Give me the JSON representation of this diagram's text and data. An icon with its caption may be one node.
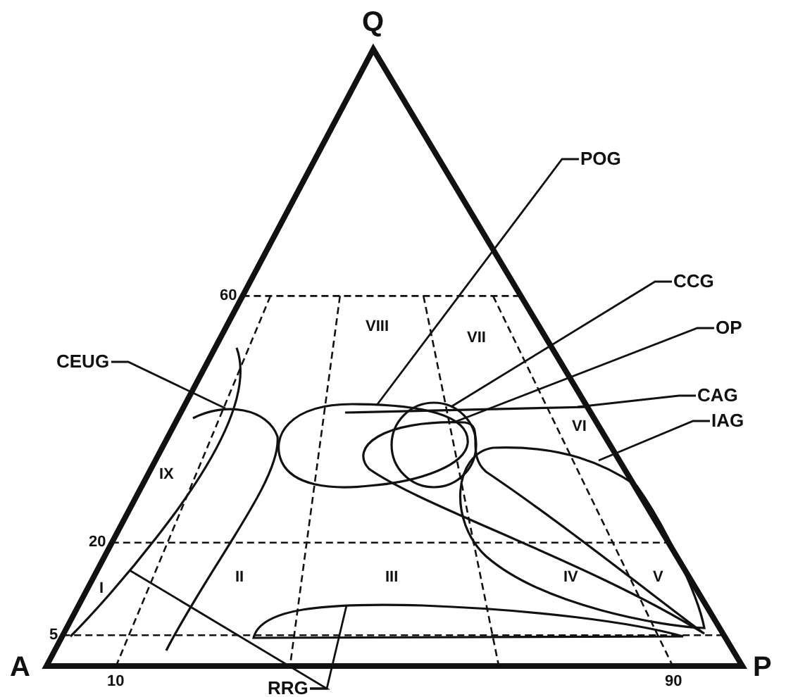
{
  "diagram": {
    "nodes": [
      {
        "text": [
          "POG"
        ]
      },
      {
        "text": [
          "CCG"
        ]
      },
      {
        "text": [
          "OP"
        ]
      },
      {
        "text": [
          "CAG"
        ]
      },
      {
        "text": [
          "IAG"
        ]
      },
      {
        "text": [
          "CEUG"
        ]
      },
      {
        "text": [
          "RRG"
        ]
      },
      {
        "text": [],
        "shape": "curve"
      },
      {
        "text": [],
        "shape": "curve"
      },
      {
        "text": [],
        "shape": "curve"
      },
      {
        "text": [],
        "shape": "curve"
      },
      {
        "text": [],
        "shape": "curve"
      },
      {
        "text": [],
        "shape": "curve"
      },
      {
        "text": [],
        "shape": "curve"
      },
      {
        "text": [],
        "shape": "curve"
      }
    ],
    "edges": [
      {
        "from": 0,
        "to": 7,
        "arrow": "none"
      },
      {
        "from": 1,
        "to": 8,
        "arrow": "none"
      },
      {
        "from": 2,
        "to": 9,
        "arrow": "none"
      },
      {
        "from": 3,
        "to": 10,
        "arrow": "none"
      },
      {
        "from": 4,
        "to": 11,
        "arrow": "none"
      },
      {
        "from": 5,
        "to": 12,
        "arrow": "none"
      },
      {
        "from": 6,
        "to": 13,
        "arrow": "none"
      },
      {
        "from": 6,
        "to": 14,
        "arrow": "none"
      }
    ],
    "labels": [
      "Q",
      "60",
      "VIII",
      "VII",
      "VI",
      "IX",
      "20",
      "I",
      "II",
      "III",
      "IV",
      "V",
      "5",
      "A",
      "10",
      "90",
      "P"
    ]
  }
}
